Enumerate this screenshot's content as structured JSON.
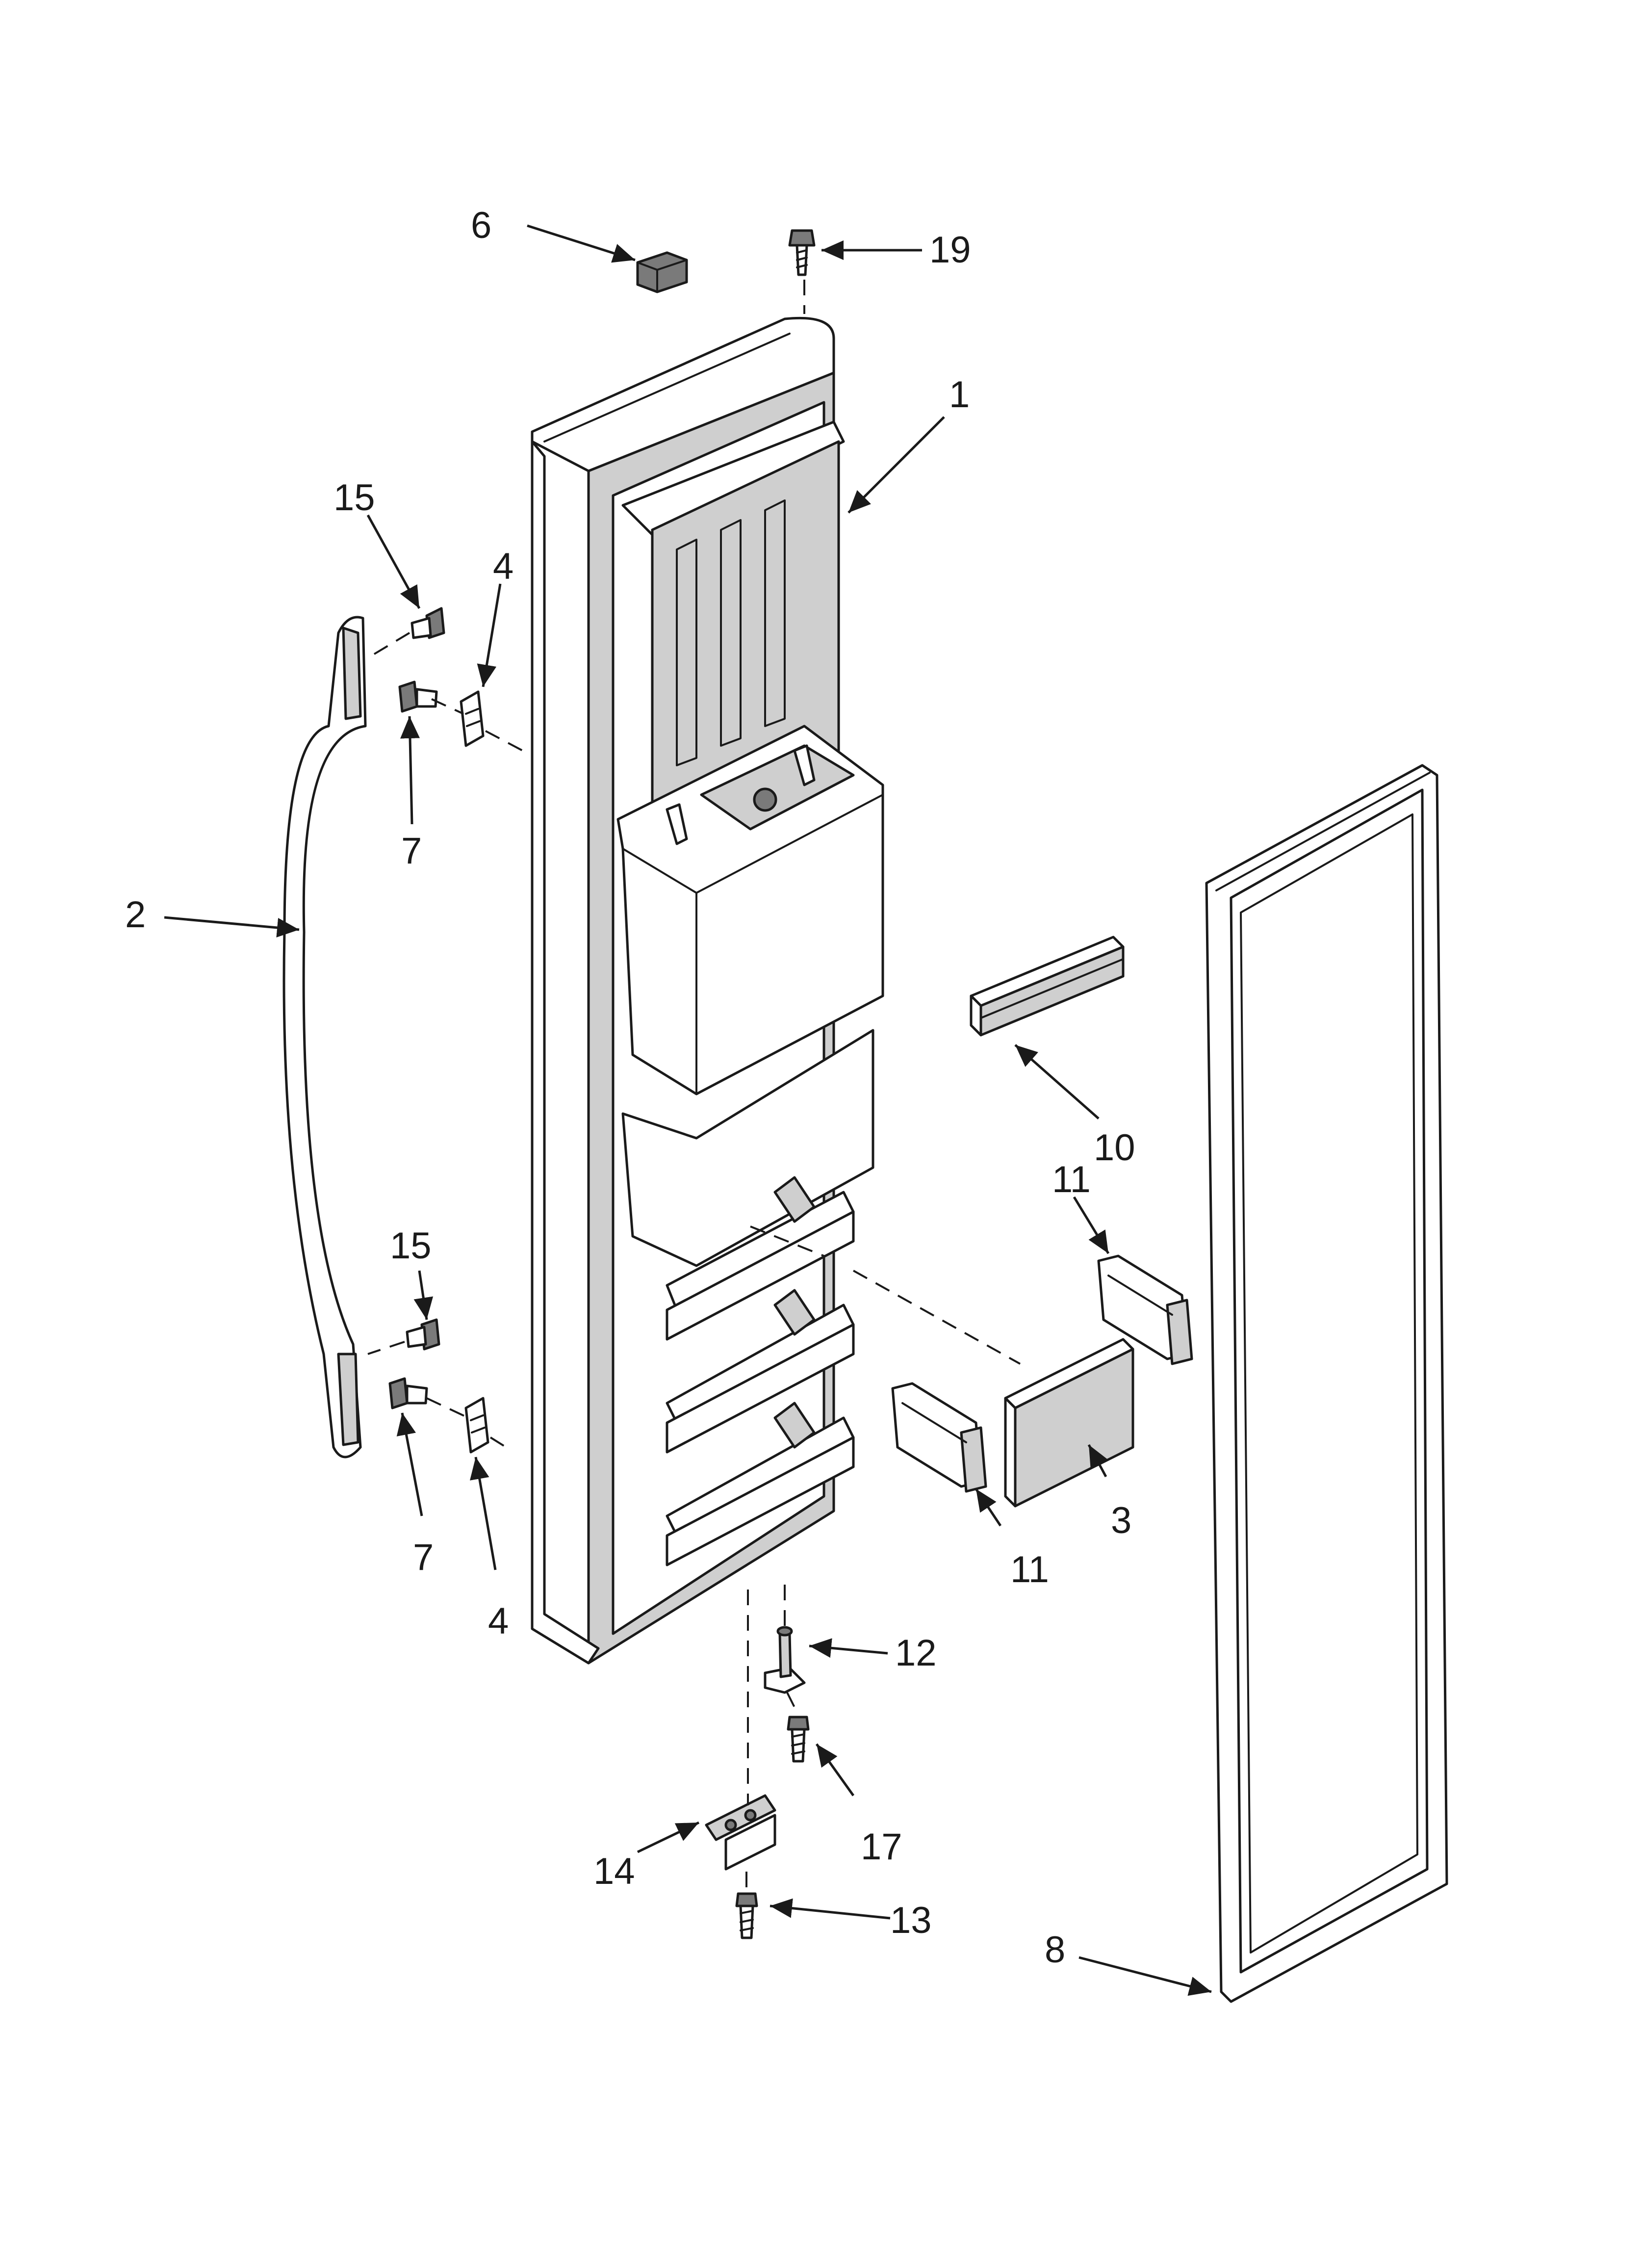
{
  "diagram": {
    "callouts": [
      {
        "id": "c6",
        "text": "6"
      },
      {
        "id": "c19",
        "text": "19"
      },
      {
        "id": "c1",
        "text": "1"
      },
      {
        "id": "c15a",
        "text": "15"
      },
      {
        "id": "c4a",
        "text": "4"
      },
      {
        "id": "c7a",
        "text": "7"
      },
      {
        "id": "c2",
        "text": "2"
      },
      {
        "id": "c10",
        "text": "10"
      },
      {
        "id": "c11a",
        "text": "11"
      },
      {
        "id": "c15b",
        "text": "15"
      },
      {
        "id": "c3",
        "text": "3"
      },
      {
        "id": "c11b",
        "text": "11"
      },
      {
        "id": "c7b",
        "text": "7"
      },
      {
        "id": "c4b",
        "text": "4"
      },
      {
        "id": "c12",
        "text": "12"
      },
      {
        "id": "c17",
        "text": "17"
      },
      {
        "id": "c14",
        "text": "14"
      },
      {
        "id": "c13",
        "text": "13"
      },
      {
        "id": "c8",
        "text": "8"
      }
    ]
  }
}
